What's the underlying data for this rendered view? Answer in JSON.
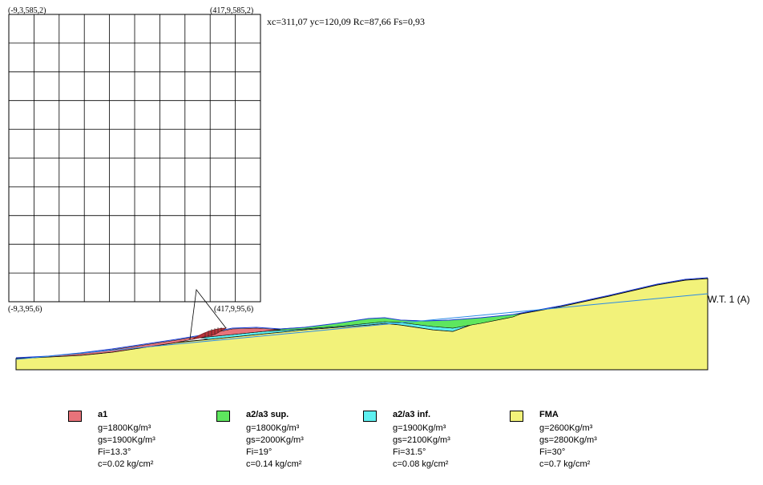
{
  "grid": {
    "top_left": "(-9,3,585,2)",
    "top_right": "(417,9,585,2)",
    "bottom_left": "(-9,3,95,6)",
    "bottom_right": "(417,9,95,6)"
  },
  "result_text": "xc=311,07 yc=120,09 Rc=87,66 Fs=0,93",
  "water_table_label": "W.T. 1 (A)",
  "legend": [
    {
      "name": "a1",
      "color": "#e8737a",
      "g": "g=1800Kg/m³",
      "gs": "gs=1900Kg/m³",
      "fi": "Fi=13.3°",
      "c": "c=0.02 kg/cm²"
    },
    {
      "name": "a2/a3 sup.",
      "color": "#5ee65e",
      "g": "g=1800Kg/m³",
      "gs": "gs=2000Kg/m³",
      "fi": "Fi=19°",
      "c": "c=0.14 kg/cm²"
    },
    {
      "name": "a2/a3 inf.",
      "color": "#5ef0f0",
      "g": "g=1900Kg/m³",
      "gs": "gs=2100Kg/m³",
      "fi": "Fi=31.5°",
      "c": "c=0.08 kg/cm²"
    },
    {
      "name": "FMA",
      "color": "#f2f27a",
      "g": "g=2600Kg/m³",
      "gs": "gs=2800Kg/m³",
      "fi": "Fi=30°",
      "c": "c=0.7 kg/cm²"
    }
  ]
}
